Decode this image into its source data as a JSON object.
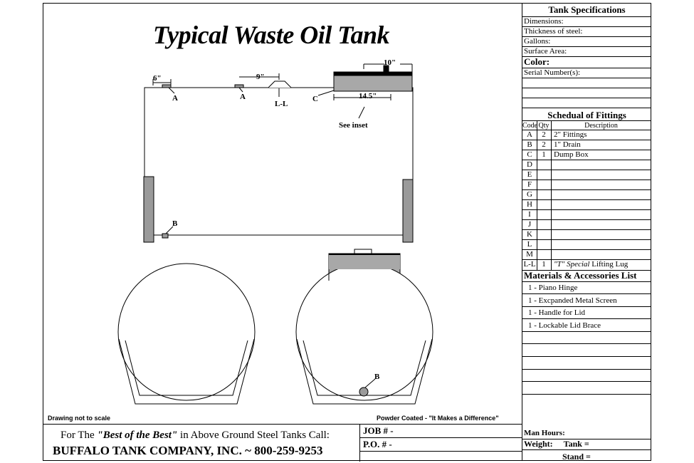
{
  "title": "Typical Waste Oil Tank",
  "notes": {
    "scale": "Drawing not to scale",
    "powder": "Powder Coated - \"It Makes a Difference\""
  },
  "drawing_labels": {
    "dim_6": "6\"",
    "dim_9": "9\"",
    "dim_10": "10\"",
    "dim_14_5": "14.5\"",
    "label_a1": "A",
    "label_a2": "A",
    "label_ll": "L-L",
    "label_c": "C",
    "see_inset": "See  inset",
    "label_b_side": "B",
    "label_b_end": "B"
  },
  "specs": {
    "header": "Tank Specifications",
    "dimensions": "Dimensions:",
    "thickness": "Thickness of steel:",
    "gallons": "Gallons:",
    "surface": "Surface Area:",
    "color": "Color:",
    "serial": "Serial  Number(s):"
  },
  "fittings": {
    "header": "Schedual of Fittings",
    "col_code": "Code",
    "col_qty": "Qty",
    "col_desc": "Description",
    "rows": [
      {
        "code": "A",
        "qty": "2",
        "desc": "2\" Fittings"
      },
      {
        "code": "B",
        "qty": "2",
        "desc": "1\" Drain"
      },
      {
        "code": "C",
        "qty": "1",
        "desc": "Dump Box"
      },
      {
        "code": "D",
        "qty": "",
        "desc": ""
      },
      {
        "code": "E",
        "qty": "",
        "desc": ""
      },
      {
        "code": "F",
        "qty": "",
        "desc": ""
      },
      {
        "code": "G",
        "qty": "",
        "desc": ""
      },
      {
        "code": "H",
        "qty": "",
        "desc": ""
      },
      {
        "code": "I",
        "qty": "",
        "desc": ""
      },
      {
        "code": "J",
        "qty": "",
        "desc": ""
      },
      {
        "code": "K",
        "qty": "",
        "desc": ""
      },
      {
        "code": "L",
        "qty": "",
        "desc": ""
      },
      {
        "code": "M",
        "qty": "",
        "desc": ""
      }
    ],
    "ll_code": "L-L",
    "ll_qty": "1",
    "ll_desc_italic": "\"T\" Special",
    "ll_desc_rest": " Lifting Lug"
  },
  "materials": {
    "header": "Materials & Accessories List",
    "items": [
      "1 - Piano Hinge",
      "1 - Excpanded Metal Screen",
      "1 - Handle for Lid",
      "1 - Lockable Lid Brace",
      "",
      "",
      "",
      "",
      ""
    ]
  },
  "footer": {
    "call_pre": "For The ",
    "call_bold": "\"Best of the Best\"",
    "call_post": " in Above Ground Steel Tanks Call:",
    "company": "BUFFALO TANK COMPANY,  INC.  ~  800-259-9253",
    "job": "JOB # -",
    "po": "P.O. # -",
    "man_hours": "Man Hours:",
    "weight": "Weight:",
    "tank": "Tank =",
    "stand": "Stand ="
  }
}
